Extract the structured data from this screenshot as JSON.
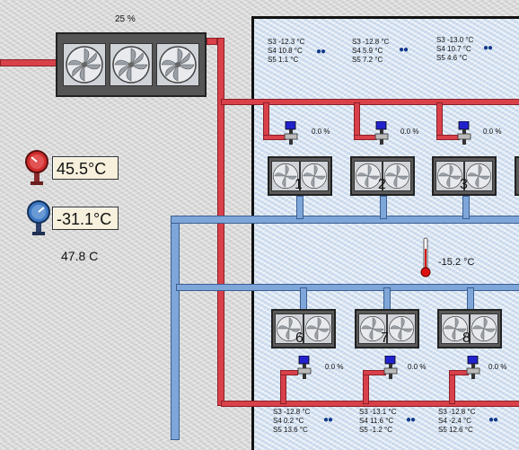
{
  "condenser": {
    "fan_speed": "25 %"
  },
  "gauges": {
    "discharge_temp": "45.5°C",
    "suction_temp": "-31.1°C",
    "superheat": "47.8 C"
  },
  "room": {
    "temperature": "-15.2 °C"
  },
  "top_sensors": [
    {
      "s3": "S3 -12.3 °C",
      "s4": "S4 10.8 °C",
      "s5": "S5 1.1 °C"
    },
    {
      "s3": "S3 -12.8 °C",
      "s4": "S4 5.9 °C",
      "s5": "S5 7.2 °C"
    },
    {
      "s3": "S3 -13.0 °C",
      "s4": "S4 10.7 °C",
      "s5": "S5 4.6 °C"
    }
  ],
  "bottom_sensors": [
    {
      "s3": "S3 -12.8 °C",
      "s4": "S4 0.2 °C",
      "s5": "S5 13.6 °C"
    },
    {
      "s3": "S3 -13.1 °C",
      "s4": "S4 11.6 °C",
      "s5": "S5 -1.2 °C"
    },
    {
      "s3": "S3 -12.8 °C",
      "s4": "S4 -2.4 °C",
      "s5": "S5 12.6 °C"
    }
  ],
  "top_valves": [
    "0.0 %",
    "0.0 %",
    "0.0 %"
  ],
  "bottom_valves": [
    "0.0 %",
    "0.0 %",
    "0.0 %"
  ],
  "top_evaporators": [
    "1",
    "2",
    "3"
  ],
  "bottom_evaporators": [
    "6",
    "7",
    "8"
  ],
  "icons": {
    "hot_gauge": "red-pressure-gauge-icon",
    "cold_gauge": "blue-pressure-gauge-icon",
    "thermometer": "thermometer-icon",
    "droplets": "water-drops-icon",
    "valve": "expansion-valve-icon",
    "fan": "fan-icon"
  },
  "colors": {
    "hot_pipe": "#d9414a",
    "cold_pipe": "#7fa6d8",
    "valve": "#2222cc"
  }
}
